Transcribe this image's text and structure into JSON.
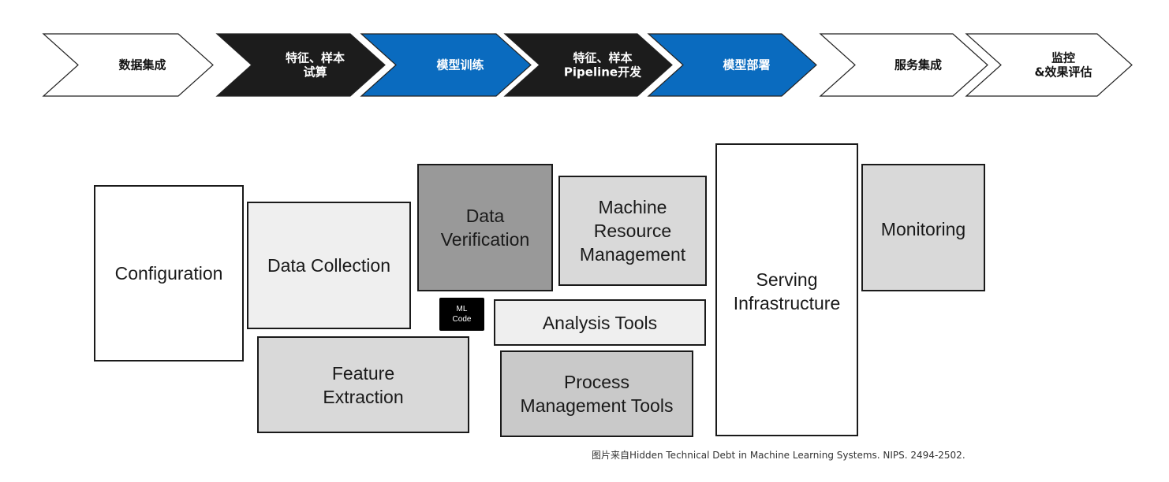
{
  "colors": {
    "arrow_white_fill": "#ffffff",
    "arrow_black_fill": "#1c1c1c",
    "arrow_blue_fill": "#0a6bbf",
    "arrow_stroke": "#222222",
    "box_white": "#ffffff",
    "box_lightest": "#efefef",
    "box_light": "#d9d9d9",
    "box_medium": "#c9c9c9",
    "box_dark": "#999999",
    "ml_code": "#000000"
  },
  "pipeline": [
    {
      "label": "数据集成",
      "style": "white"
    },
    {
      "label": "特征、样本\n试算",
      "style": "black"
    },
    {
      "label": "模型训练",
      "style": "blue"
    },
    {
      "label": "特征、样本\nPipeline开发",
      "style": "black"
    },
    {
      "label": "模型部署",
      "style": "blue"
    },
    {
      "label": "服务集成",
      "style": "white"
    },
    {
      "label": "监控\n&效果评估",
      "style": "white"
    }
  ],
  "components": {
    "configuration": "Configuration",
    "data_collection": "Data Collection",
    "data_verification": "Data\nVerification",
    "machine_resource_management": "Machine\nResource\nManagement",
    "serving_infrastructure": "Serving\nInfrastructure",
    "monitoring": "Monitoring",
    "ml_code": "ML\nCode",
    "analysis_tools": "Analysis Tools",
    "feature_extraction": "Feature\nExtraction",
    "process_management_tools": "Process\nManagement Tools"
  },
  "caption": "图片来自Hidden Technical Debt in Machine Learning Systems. NIPS. 2494-2502."
}
